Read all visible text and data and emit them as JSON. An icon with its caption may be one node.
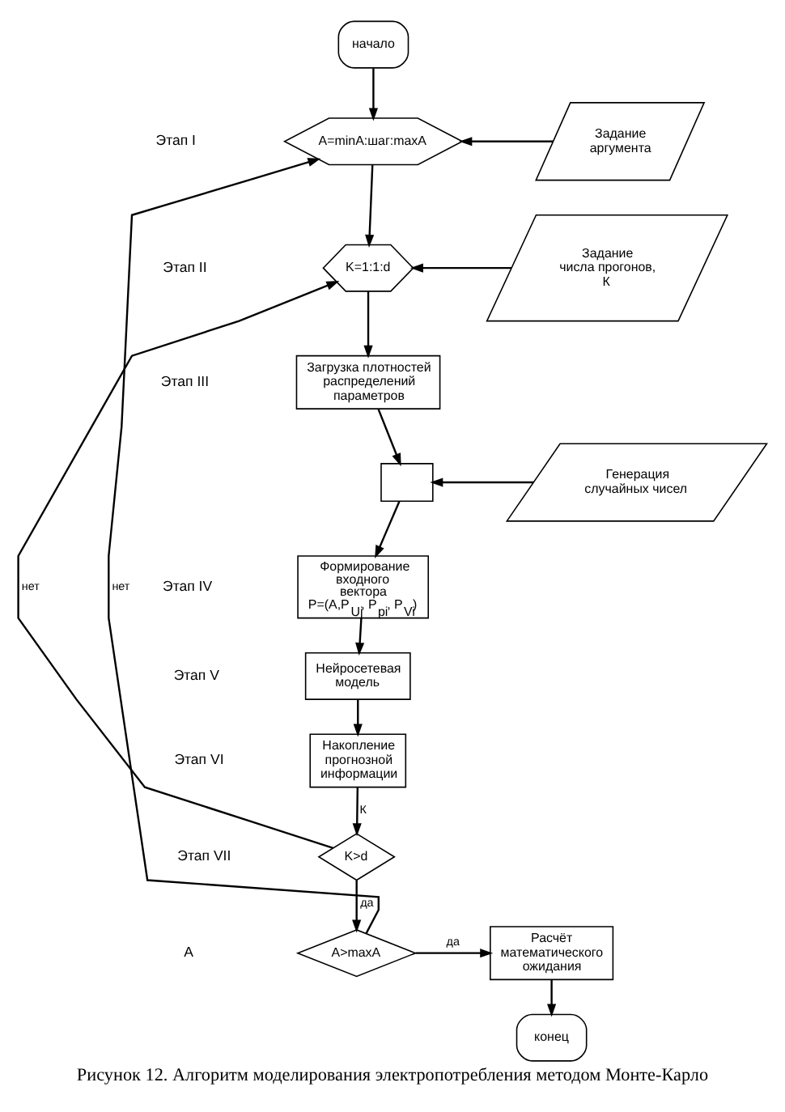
{
  "diagram": {
    "caption": "Рисунок 12. Алгоритм моделирования электропотребления методом Монте-Карло",
    "nodes": [
      {
        "text": [
          "начало"
        ]
      },
      {
        "text": [
          "A=minA:шаг:maxA"
        ]
      },
      {
        "text": [
          "Задание аргумента"
        ]
      },
      {
        "text": [
          "K=1:1:d"
        ]
      },
      {
        "text": [
          "Задание числа прогонов, К"
        ]
      },
      {
        "text": [
          "Загрузка плотностей распределений параметров"
        ]
      },
      {
        "text": [],
        "shape": "box"
      },
      {
        "text": [
          "Генерация случайных чисел"
        ]
      },
      {
        "text": [
          "Формирование входного вектора P=(A,P$_{Uj}$, P$_{pi}$, P$_{Vi}$)"
        ]
      },
      {
        "text": [
          "Нейросетевая модель"
        ]
      },
      {
        "text": [
          "Накопление прогнозной информации"
        ]
      },
      {
        "text": [
          "K>d"
        ]
      },
      {
        "text": [
          "A>maxA"
        ]
      },
      {
        "text": [
          "Расчёт математического ожидания"
        ]
      },
      {
        "text": [
          "конец"
        ]
      }
    ],
    "edges": [
      {
        "from": 0,
        "to": 1,
        "arrow": "to"
      },
      {
        "from": 2,
        "to": 1,
        "arrow": "to"
      },
      {
        "from": 1,
        "to": 3,
        "arrow": "to"
      },
      {
        "from": 4,
        "to": 3,
        "arrow": "to"
      },
      {
        "from": 3,
        "to": 5,
        "arrow": "to"
      },
      {
        "from": 5,
        "to": 6,
        "arrow": "to"
      },
      {
        "from": 7,
        "to": 6,
        "arrow": "to"
      },
      {
        "from": 6,
        "to": 8,
        "arrow": "to"
      },
      {
        "from": 8,
        "to": 9,
        "arrow": "to"
      },
      {
        "from": 9,
        "to": 10,
        "arrow": "to"
      },
      {
        "from": 10,
        "to": 11,
        "label": "К",
        "arrow": "to"
      },
      {
        "from": 11,
        "to": 3,
        "label": "нет",
        "arrow": "to"
      },
      {
        "from": 11,
        "to": 12,
        "label": "да",
        "arrow": "to"
      },
      {
        "from": 12,
        "to": 1,
        "label": "нет",
        "arrow": "to"
      },
      {
        "from": 12,
        "to": 13,
        "label": "да",
        "arrow": "to"
      },
      {
        "from": 13,
        "to": 14,
        "arrow": "to"
      }
    ],
    "labels": [
      "Этап I",
      "Этап II",
      "Этап III",
      "Этап IV",
      "Этап V",
      "Этап VI",
      "Этап VII",
      "А"
    ]
  }
}
